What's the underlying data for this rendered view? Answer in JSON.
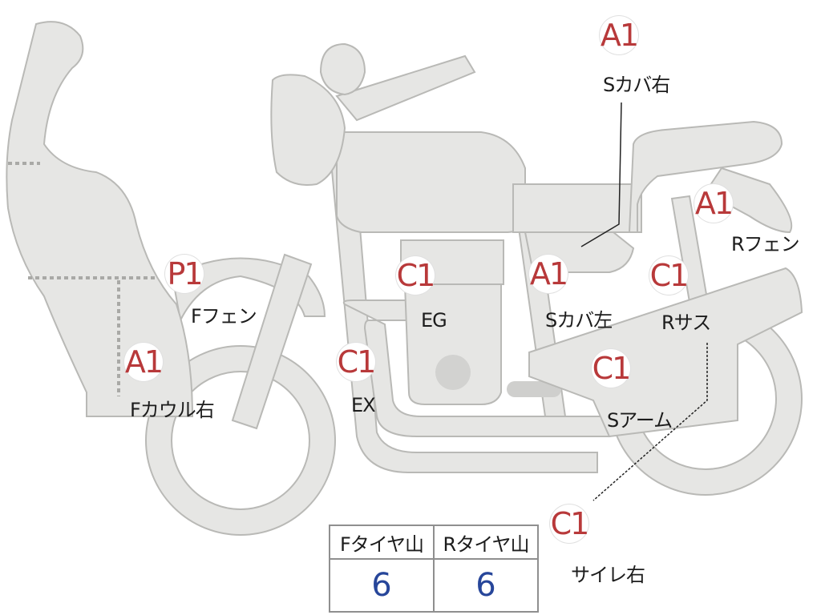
{
  "inspection_points": [
    {
      "id": "s-cover-right",
      "grade": "A1",
      "label": "Sカバ右"
    },
    {
      "id": "r-fender",
      "grade": "A1",
      "label": "Rフェン"
    },
    {
      "id": "f-fender",
      "grade": "P1",
      "label": "Fフェン"
    },
    {
      "id": "engine",
      "grade": "C1",
      "label": "EG"
    },
    {
      "id": "s-cover-left",
      "grade": "A1",
      "label": "Sカバ左"
    },
    {
      "id": "r-suspension",
      "grade": "C1",
      "label": "Rサス"
    },
    {
      "id": "f-cowl-right",
      "grade": "A1",
      "label": "Fカウル右"
    },
    {
      "id": "exhaust",
      "grade": "C1",
      "label": "EX"
    },
    {
      "id": "swing-arm",
      "grade": "C1",
      "label": "Sアーム"
    },
    {
      "id": "silencer-right",
      "grade": "C1",
      "label": "サイレ右"
    }
  ],
  "tread_table": {
    "headers": [
      "Fタイヤ山",
      "Rタイヤ山"
    ],
    "values": [
      "6",
      "6"
    ]
  },
  "colors": {
    "grade_text": "#b8393a",
    "tread_value": "#27469a",
    "bike_fill": "#e6e6e4",
    "bike_outline": "#b9b9b6"
  }
}
